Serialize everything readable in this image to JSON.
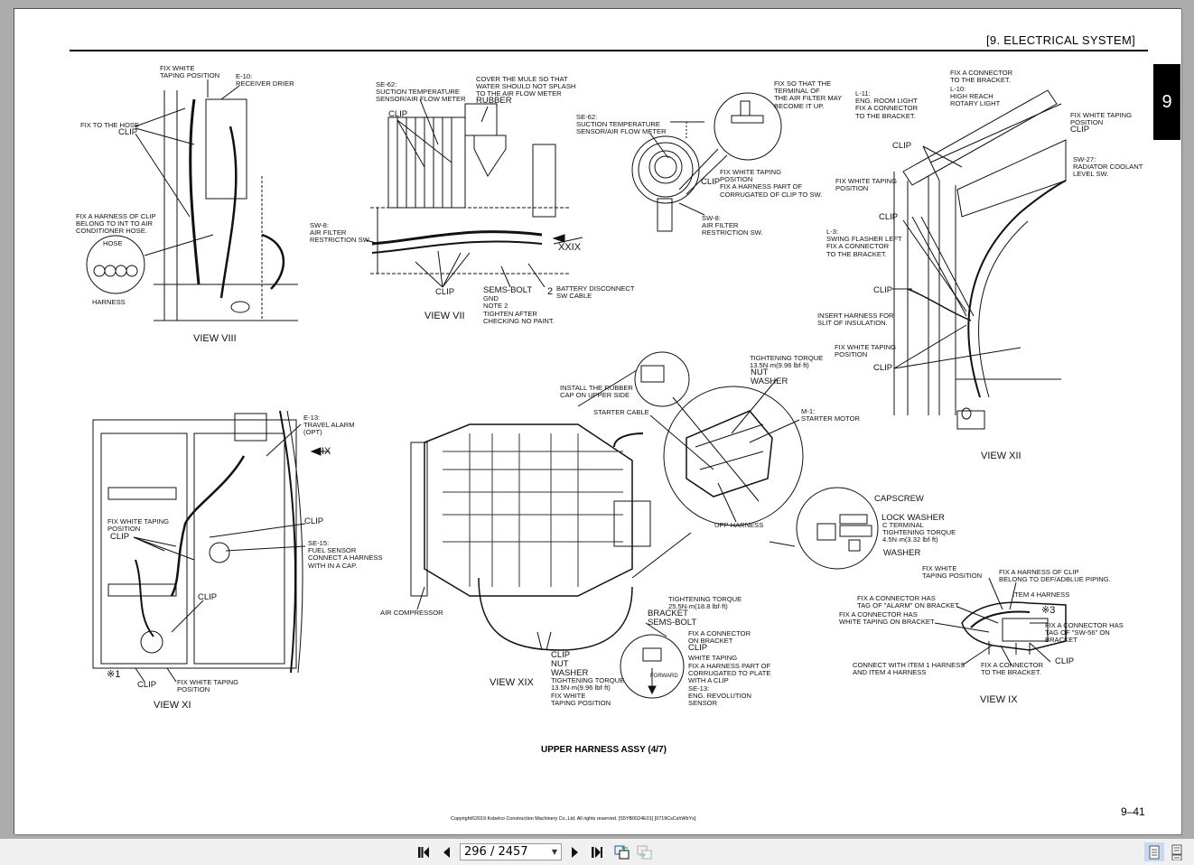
{
  "document": {
    "section_header": "[9.   ELECTRICAL SYSTEM]",
    "chapter_tab": "9",
    "figure_title": "UPPER HARNESS ASSY (4/7)",
    "copyright": "Copyright©2019 Kobelco Construction Machinery Co.,Ltd. All rights reserved. [S5YB0024E01] [0719CsCshWbYs]",
    "page_number": "9–41"
  },
  "views": {
    "viii": {
      "title": "VIEW VIII",
      "labels": {
        "fix_white_taping": "FIX WHITE\nTAPING POSITION",
        "e10": "E-10:\nRECEIVER DRIER",
        "fix_to_hose": "FIX TO THE HOSE",
        "clip": "CLIP",
        "fix_harness_clip": "FIX A HARNESS OF CLIP\nBELONG TO INT TO AIR\nCONDITIONER HOSE.",
        "hose": "HOSE",
        "harness": "HARNESS",
        "sw8": "SW-8:\nAIR FILTER\nRESTRICTION SW."
      }
    },
    "vii": {
      "title": "VIEW VII",
      "labels": {
        "se62": "SE-62:\nSUCTION TEMPERATURE\nSENSOR/AIR FLOW METER",
        "cover_mule": "COVER THE MULE SO THAT\nWATER SHOULD NOT SPLASH\nTO THE AIR FLOW METER",
        "rubber": "RUBBER",
        "clip_top": "CLIP",
        "xxix": "XXIX",
        "clip_bottom": "CLIP",
        "sems_bolt": "SEMS-BOLT",
        "gnd_note": "GND\nNOTE 2",
        "tighten_after": "TIGHTEN AFTER\nCHECKING NO PAINT.",
        "num2": "2",
        "battery_disconnect": "BATTERY DISCONNECT\nSW CABLE"
      }
    },
    "airfilter": {
      "labels": {
        "se62": "SE-62:\nSUCTION TEMPERATURE\nSENSOR/AIR FLOW METER",
        "fix_so_that": "FIX SO THAT THE\nTERMINAL OF\nTHE AIR FILTER MAY\nBECOME IT UP.",
        "clip": "CLIP",
        "fix_white_taping": "FIX WHITE TAPING\nPOSITION\nFIX A HARNESS PART OF\nCORRUGATED OF CLIP TO SW.",
        "sw8": "SW-8:\nAIR FILTER\nRESTRICTION SW."
      }
    },
    "xii": {
      "title": "VIEW XII",
      "labels": {
        "fix_connector_top": "FIX A CONNECTOR\nTO THE BRACKET.",
        "l11": "L-11:\nENG. ROOM LIGHT\nFIX A CONNECTOR\nTO THE BRACKET.",
        "l10": "L-10:\nHIGH REACH\nROTARY LIGHT",
        "fix_white_taping_right": "FIX WHITE TAPING\nPOSITION",
        "clip_right": "CLIP",
        "sw27": "SW-27:\nRADIATOR COOLANT\nLEVEL SW.",
        "clip_1": "CLIP",
        "fix_white_taping_left": "FIX WHITE TAPING\nPOSITION",
        "clip_2": "CLIP",
        "l3": "L-3:\nSWING FLASHER LEFT\nFIX A CONNECTOR\nTO THE BRACKET.",
        "clip_3": "CLIP",
        "insert_harness": "INSERT HARNESS FOR\nSLIT OF INSULATION.",
        "fix_white_taping_low": "FIX WHITE TAPING\nPOSITION",
        "clip_4": "CLIP"
      }
    },
    "xi": {
      "title": "VIEW XI",
      "labels": {
        "e13": "E-13:\nTRAVEL ALARM\n(OPT)",
        "ix_arrow": "IX",
        "fix_white_taping": "FIX WHITE TAPING\nPOSITION",
        "clip_left": "CLIP",
        "clip_right": "CLIP",
        "se15": "SE-15:\nFUEL SENSOR\nCONNECT A HARNESS\nWITH IN A CAP.",
        "clip_mid": "CLIP",
        "note1": "※1",
        "clip_bottom": "CLIP",
        "fix_white_taping_bottom": "FIX WHITE TAPING\nPOSITION"
      }
    },
    "xix": {
      "title": "VIEW XIX",
      "labels": {
        "install_rubber_cap": "INSTALL THE RUBBER\nCAP ON UPPER SIDE",
        "starter_cable": "STARTER CABLE",
        "torque_top": "TIGHTENING TORQUE\n13.5N·m(9.96 lbf·ft)",
        "nut_washer_top": "NUT\nWASHER",
        "m1": "M-1:\nSTARTER MOTOR",
        "upp_harness": "UPP HARNESS",
        "capscrew": "CAPSCREW",
        "lock_washer": "LOCK WASHER",
        "c_terminal": "C TERMINAL\nTIGHTENING TORQUE\n4.5N·m(3.32 lbf·ft)",
        "washer": "WASHER",
        "air_compressor": "AIR COMPRESSOR",
        "torque_bracket": "TIGHTENING TORQUE\n25.5N·m(18.8 lbf·ft)",
        "bracket_sems": "BRACKET\nSEMS-BOLT",
        "clip_nut_washer": "CLIP\nNUT\nWASHER",
        "torque_bottom": "TIGHTENING TORQUE\n13.5N·m(9.96 lbf·ft)",
        "fix_white_taping_bottom": "FIX WHITE\nTAPING POSITION",
        "fix_connector_bracket": "FIX A CONNECTOR\nON BRACKET",
        "clip": "CLIP",
        "white_taping": "WHITE TAPING",
        "fix_harness_part": "FIX A HARNESS PART OF\nCORRUGATED TO PLATE\nWITH A CLIP",
        "se13": "SE-13:\nENG. REVOLUTION\nSENSOR",
        "forward": "FORWARD"
      }
    },
    "ix": {
      "title": "VIEW IX",
      "labels": {
        "fix_white_taping": "FIX WHITE\nTAPING POSITION",
        "fix_harness_def": "FIX A HARNESS OF CLIP\nBELONG TO DEF/ADBLUE PIPING.",
        "item4": "ITEM 4 HARNESS",
        "alarm_tag": "FIX A CONNECTOR HAS\nTAG OF \"ALARM\" ON BRACKET",
        "note3": "※3",
        "white_taping_connector": "FIX A CONNECTOR HAS\nWHITE TAPING ON BRACKET",
        "sw56_tag": "FIX A CONNECTOR HAS\nTAG OF \"SW-56\" ON\nBRACKET",
        "clip": "CLIP",
        "connect_item": "CONNECT WITH ITEM 1 HARNESS\nAND ITEM 4 HARNESS",
        "fix_connector_bracket": "FIX A CONNECTOR\nTO THE BRACKET."
      }
    }
  },
  "viewer": {
    "page_field": "296 / 2457",
    "current_page": 296,
    "total_pages": 2457,
    "buttons": {
      "first_page": "first-page",
      "prev_page": "previous-page",
      "next_page": "next-page",
      "last_page": "last-page",
      "back_view": "previous-view",
      "forward_view": "next-view",
      "single_page": "single-page-mode",
      "continuous": "continuous-mode"
    },
    "active_view_mode": "single-page-mode",
    "accent_color": "#c6d9f1"
  }
}
